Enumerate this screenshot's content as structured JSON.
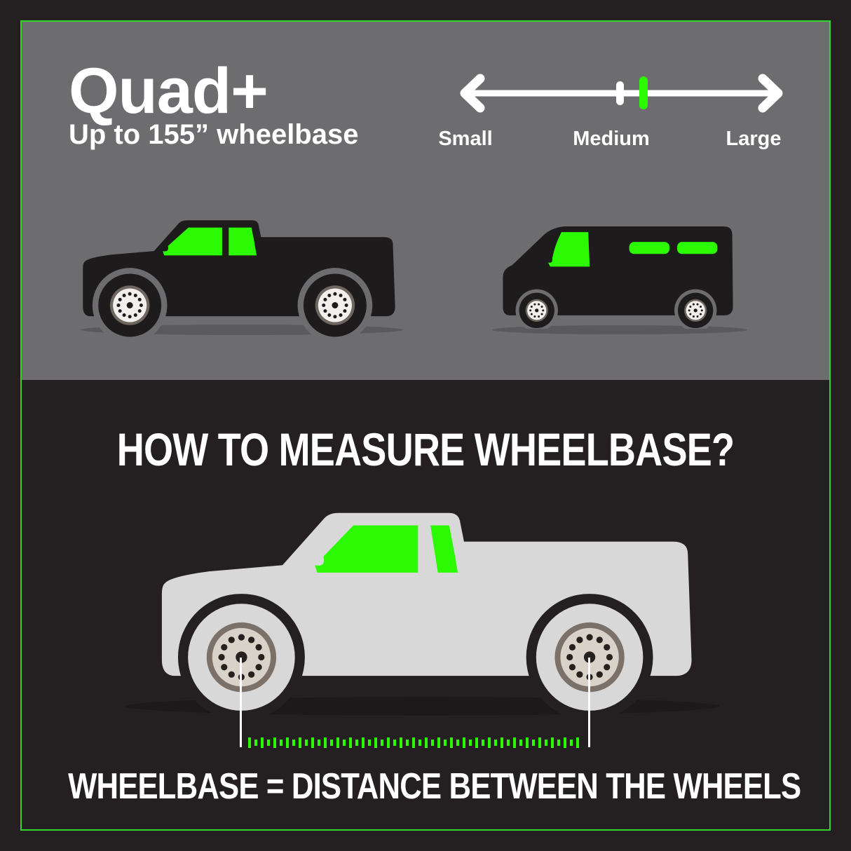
{
  "header": {
    "title": "Quad+",
    "subtitle": "Up to 155” wheelbase"
  },
  "size_scale": {
    "small_label": "Small",
    "medium_label": "Medium",
    "large_label": "Large",
    "selected": "Medium",
    "marker_color": "#2cfa02"
  },
  "section2": {
    "heading": "HOW TO MEASURE WHEELBASE?",
    "caption": "WHEELBASE = DISTANCE BETWEEN THE WHEELS"
  },
  "illustrations": {
    "top_left": "pickup-truck",
    "top_right": "van",
    "bottom": "pickup-truck-with-wheelbase-measurement"
  },
  "theme": {
    "outer_bg": "#242021",
    "panel_bg": "#6d6c6e",
    "frame_green": "#32d42b",
    "green": "#2cfa02",
    "vehicle_black": "#1e1b1c",
    "truck_body": "#d9d8d8",
    "text_white": "#ffffff"
  }
}
